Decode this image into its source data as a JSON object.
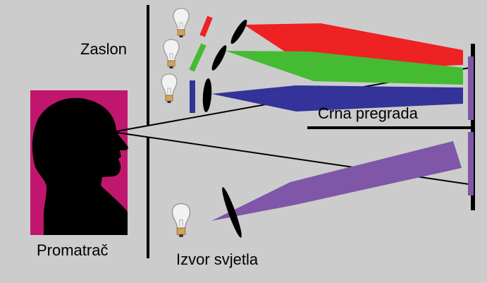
{
  "labels": {
    "screen": "Zaslon",
    "black_partition": "Crna pregrada",
    "observer": "Promatrač",
    "light_source": "Izvor svjetla"
  },
  "colors": {
    "background": "#cccccc",
    "red": "#ee2222",
    "green": "#44bb33",
    "blue": "#333399",
    "purple": "#7f56a8",
    "observer_panel": "#c0166e",
    "ink": "#000000",
    "bulb_glass": "#f2f2f2",
    "bulb_base": "#d4a35a"
  }
}
